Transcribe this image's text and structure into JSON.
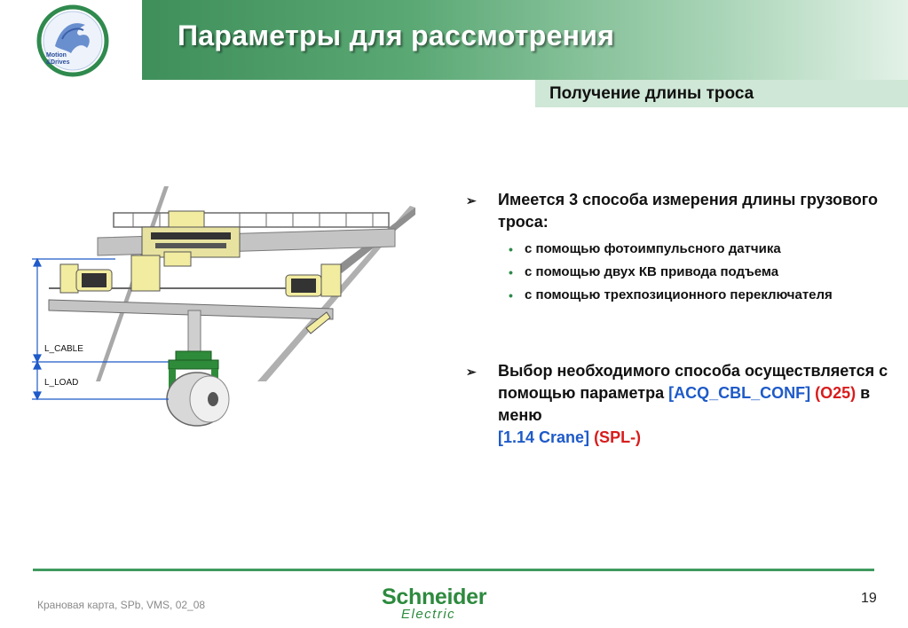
{
  "header": {
    "title": "Параметры для рассмотрения",
    "subtitle": "Получение длины троса",
    "logo_text_line1": "Motion",
    "logo_text_line2": "&Drives"
  },
  "content": {
    "bullet1": "Имеется 3 способа измерения длины грузового троса:",
    "sub_items": [
      "с помощью фотоимпульсного датчика",
      "с помощью двух КВ привода подъема",
      "с помощью трехпозиционного переключателя"
    ],
    "bullet2_prefix": "Выбор необходимого способа осуществляется с помощью параметра ",
    "param_name": "[ACQ_CBL_CONF]",
    "param_code": "(O25)",
    "menu_word": " в меню",
    "menu_name": "[1.14 Crane]",
    "menu_code": "(SPL-)"
  },
  "diagram": {
    "label_cable": "L_CABLE",
    "label_load": "L_LOAD"
  },
  "footer": {
    "text": "Крановая карта, SPb, VMS, 02_08",
    "page_number": "19",
    "brand_top": "Schneider",
    "brand_bottom": "Electric"
  },
  "colors": {
    "header_green": "#3f8f5b",
    "accent_green": "#2d8a3e",
    "param_blue": "#1e5ac8",
    "param_red": "#d81c1c",
    "machine_yellow": "#f2eca0"
  },
  "icons": [
    "motion-drives-logo-icon",
    "schneider-logo-icon",
    "arrow-bullet-icon"
  ]
}
